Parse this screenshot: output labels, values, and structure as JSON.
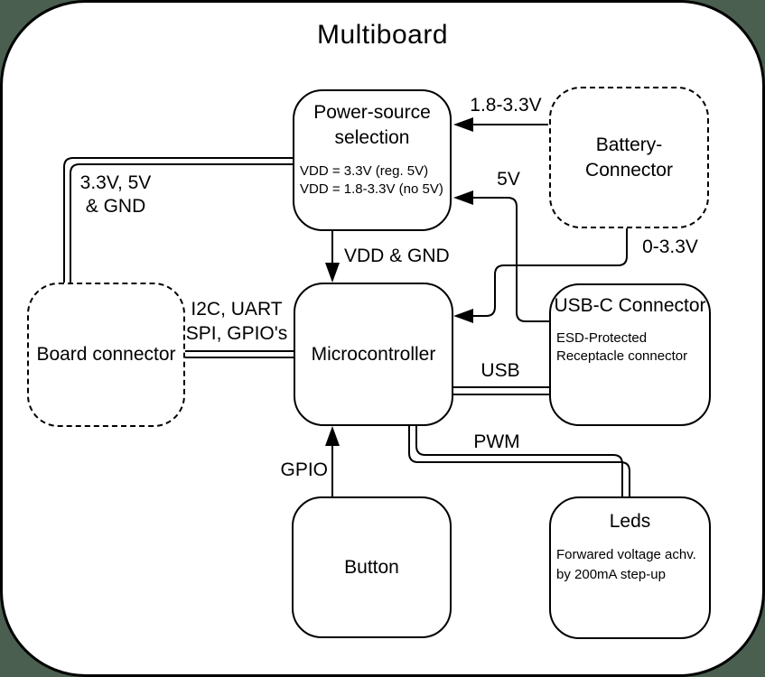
{
  "title": "Multiboard",
  "colors": {
    "page_background": "#4A5F50",
    "canvas_background": "#FFFFFF",
    "stroke": "#000000"
  },
  "nodes": {
    "power_source": {
      "title_line1": "Power-source",
      "title_line2": "selection",
      "note_line1": "VDD = 3.3V (reg. 5V)",
      "note_line2": "VDD = 1.8-3.3V (no 5V)"
    },
    "battery": {
      "title_line1": "Battery-",
      "title_line2": "Connector"
    },
    "board_connector": {
      "title_line1": "Board",
      "title_line2": "connector"
    },
    "microcontroller": {
      "title": "Microcontroller"
    },
    "usbc": {
      "title_line1": "USB-C",
      "title_line2": "Connector",
      "note_line1": "ESD-Protected",
      "note_line2": "Receptacle connector"
    },
    "button": {
      "title": "Button"
    },
    "leds": {
      "title": "Leds",
      "note_line1": "Forwared voltage achv.",
      "note_line2": "by 200mA step-up"
    }
  },
  "edge_labels": {
    "battery_to_power": "1.8-3.3V",
    "usbc_to_power": "5V",
    "battery_to_micro": "0-3.3V",
    "power_to_micro": "VDD & GND",
    "power_to_board_line1": "3.3V, 5V",
    "power_to_board_line2": "& GND",
    "board_to_micro_line1": "I2C, UART",
    "board_to_micro_line2": "SPI, GPIO's",
    "micro_to_usbc": "USB",
    "micro_to_leds": "PWM",
    "button_to_micro": "GPIO"
  }
}
